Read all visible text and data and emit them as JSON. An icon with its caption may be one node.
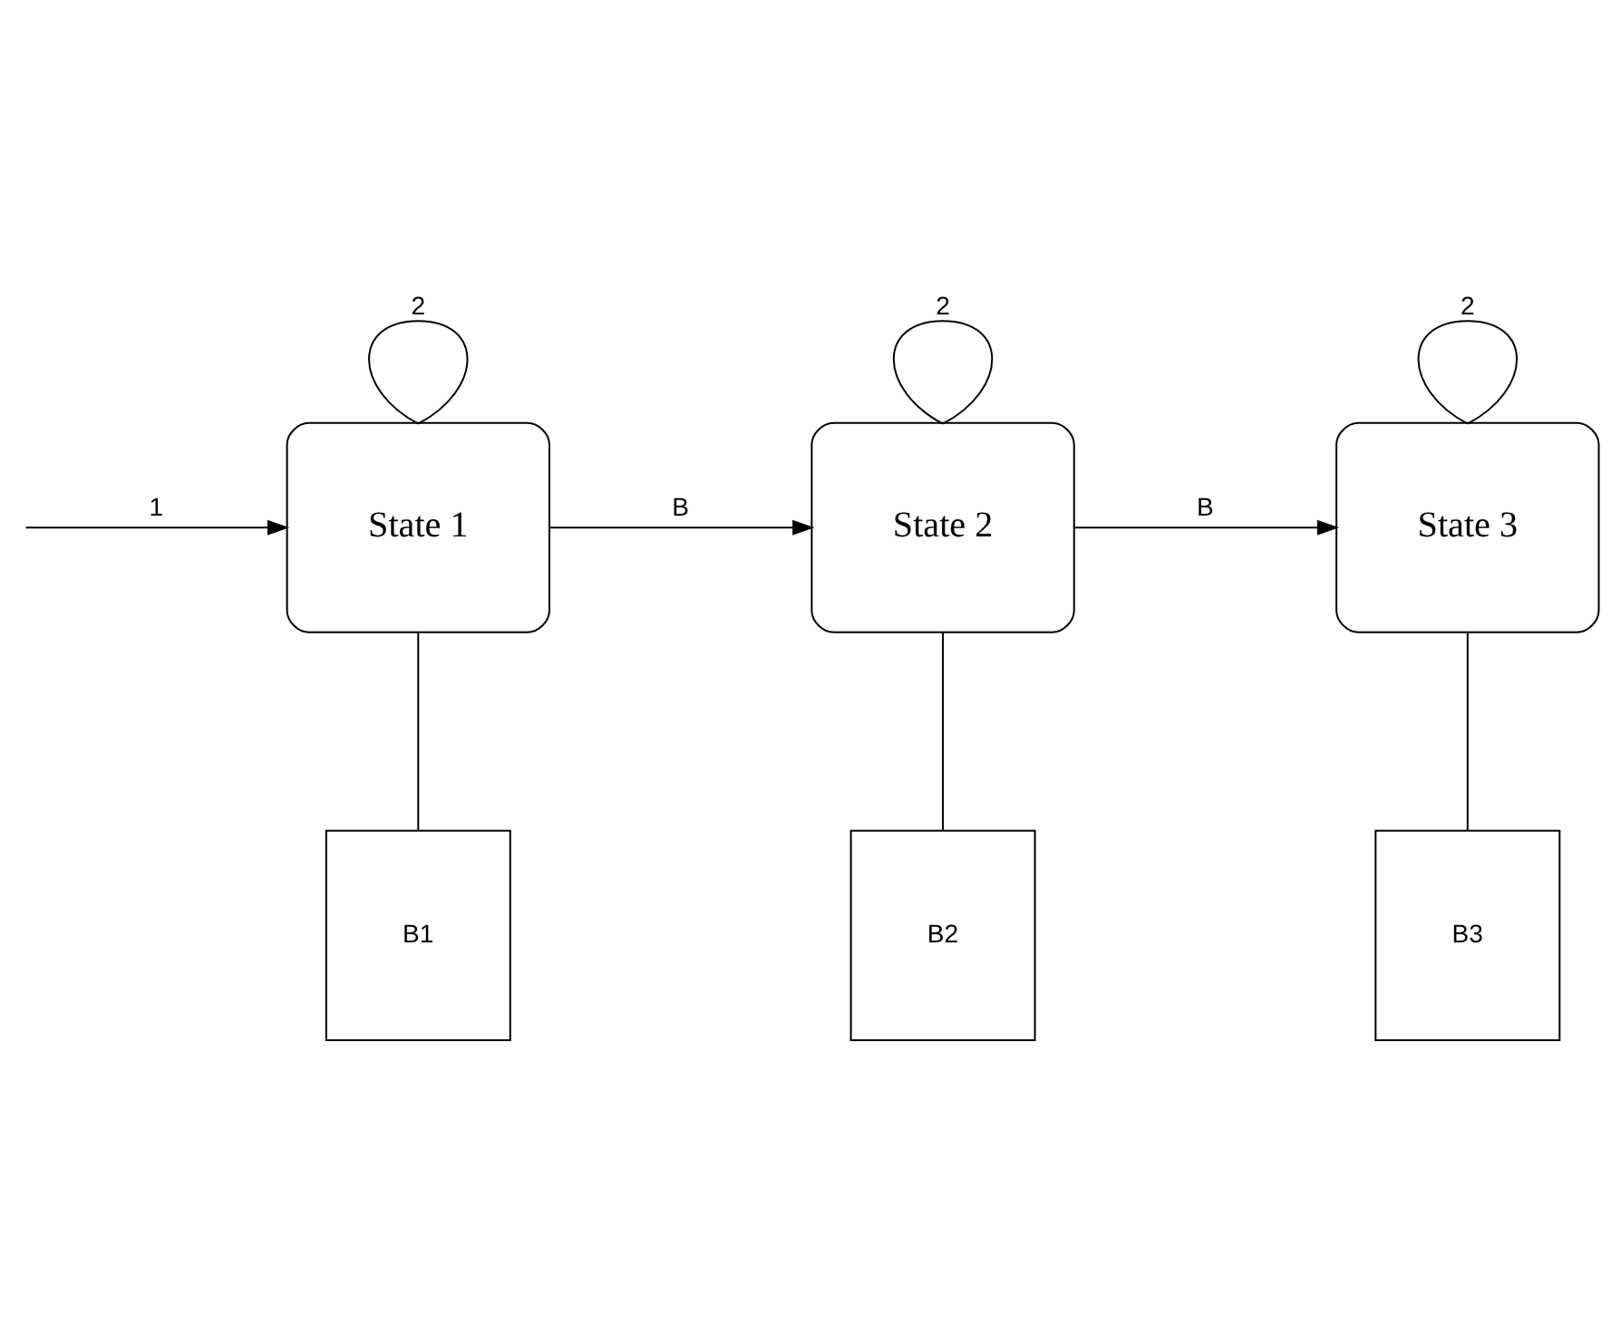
{
  "diagram": {
    "nodes": [
      {
        "text": [
          "State 1"
        ]
      },
      {
        "text": [
          "State 2"
        ]
      },
      {
        "text": [
          "State 3"
        ]
      },
      {
        "text": [
          "B1"
        ]
      },
      {
        "text": [
          "B2"
        ]
      },
      {
        "text": [
          "B3"
        ]
      }
    ],
    "edges": [
      {
        "from": null,
        "to": 0,
        "arrow": "to",
        "label": "1"
      },
      {
        "from": 0,
        "to": 0,
        "arrow": "none",
        "label": "2"
      },
      {
        "from": 1,
        "to": 1,
        "arrow": "none",
        "label": "2"
      },
      {
        "from": 2,
        "to": 2,
        "arrow": "none",
        "label": "2"
      },
      {
        "from": 0,
        "to": 1,
        "arrow": "to",
        "label": "B"
      },
      {
        "from": 1,
        "to": 2,
        "arrow": "to",
        "label": "B"
      },
      {
        "from": 0,
        "to": 3,
        "arrow": "none"
      },
      {
        "from": 1,
        "to": 4,
        "arrow": "none"
      },
      {
        "from": 2,
        "to": 5,
        "arrow": "none"
      }
    ]
  }
}
